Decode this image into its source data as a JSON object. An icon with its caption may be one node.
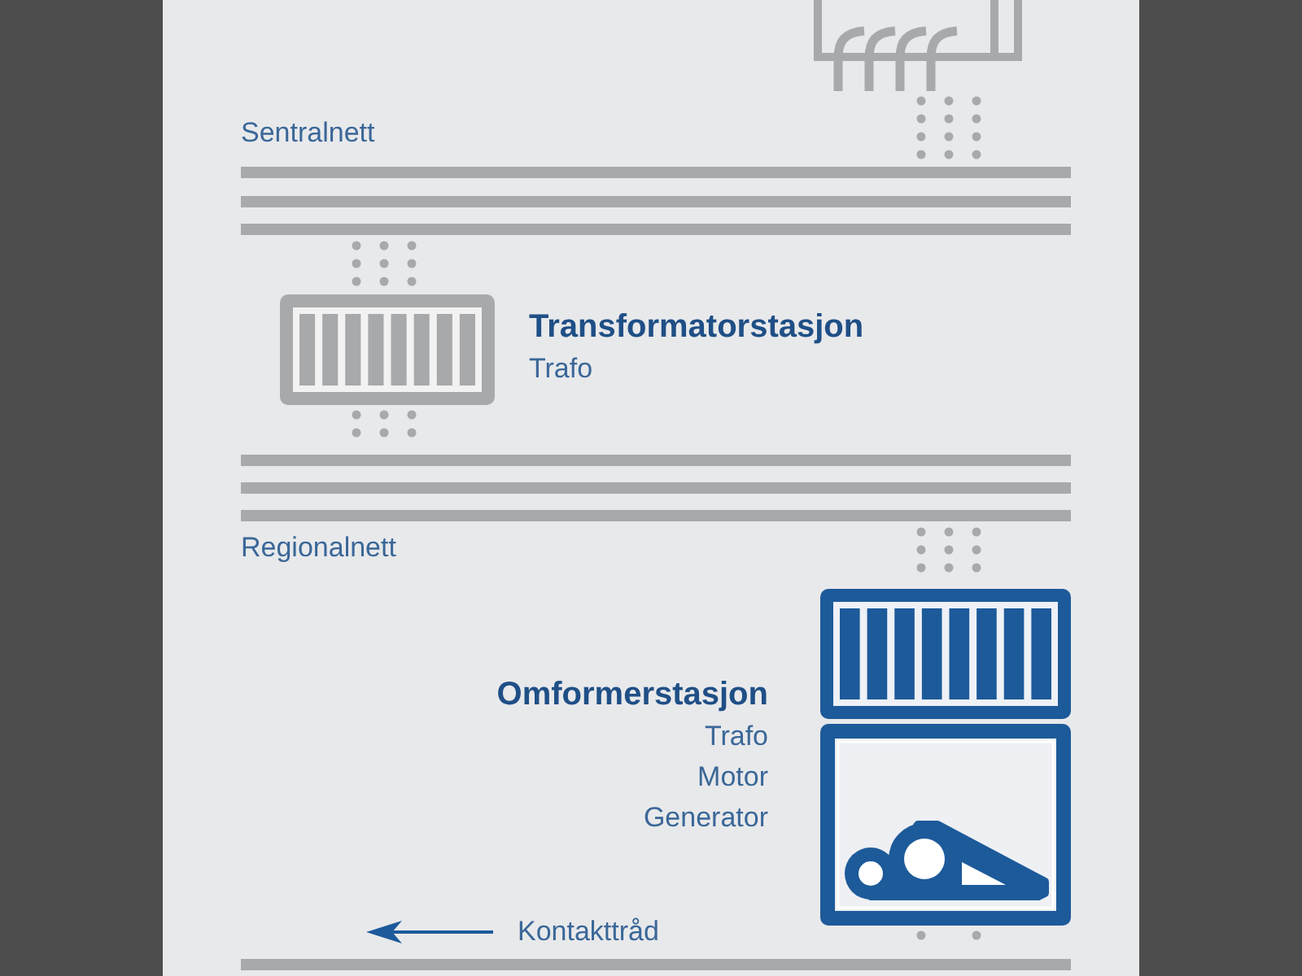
{
  "diagram": {
    "nodes": [
      {
        "text": [],
        "shape": "box"
      },
      {
        "text": [
          "Sentralnett"
        ]
      },
      {
        "text": [],
        "shape": "box",
        "beside": [
          "Transformatorstasjon",
          "Trafo"
        ]
      },
      {
        "text": [
          "Regionalnett"
        ]
      },
      {
        "text": [],
        "shape": "box",
        "beside": [
          "Omformerstasjon",
          "Trafo",
          "Motor",
          "Generator"
        ]
      },
      {
        "text": [],
        "shape": "box"
      },
      {
        "text": [
          "Kontakttråd"
        ]
      }
    ],
    "edges": [
      {
        "from": 0,
        "to": 1,
        "arrow": "none",
        "style": "dashed"
      },
      {
        "from": 1,
        "to": 2,
        "arrow": "none",
        "style": "dashed"
      },
      {
        "from": 2,
        "to": 3,
        "arrow": "none",
        "style": "dashed"
      },
      {
        "from": 3,
        "to": 4,
        "arrow": "none",
        "style": "dashed"
      },
      {
        "from": 5,
        "to": 6,
        "arrow": "none",
        "style": "dashed"
      }
    ]
  }
}
